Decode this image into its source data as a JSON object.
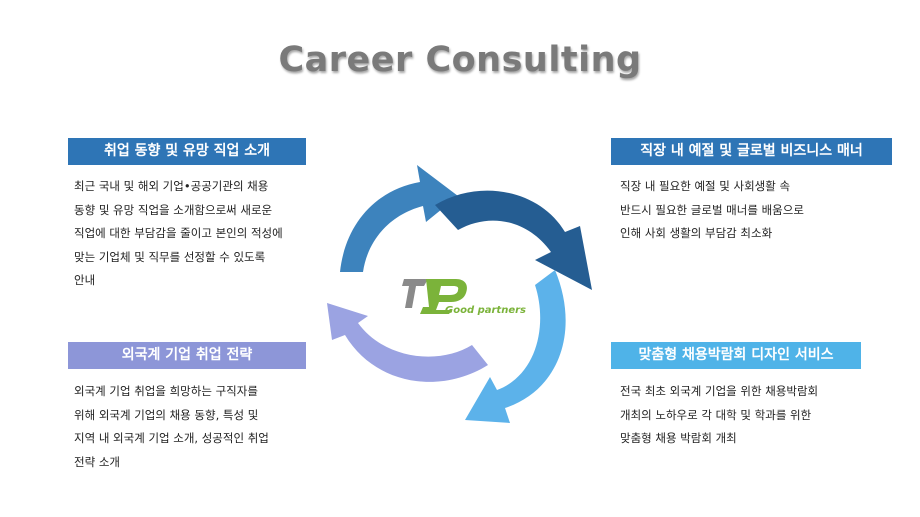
{
  "title": "Career Consulting",
  "sections": {
    "top_left": {
      "heading": "취업 동향 및 유망 직업 소개",
      "lines": [
        "최근 국내 및 해외 기업•공공기관의 채용",
        "동향 및 유망 직업을 소개함으로써 새로운",
        "직업에 대한 부담감을 줄이고 본인의 적성에",
        "맞는 기업체 및 직무를 선정할 수 있도록",
        "안내"
      ]
    },
    "top_right": {
      "heading": "직장 내 예절 및 글로벌 비즈니스 매너",
      "lines": [
        "직장 내 필요한 예절 및 사회생활 속",
        "반드시 필요한 글로벌 매너를 배움으로",
        "인해 사회 생활의 부담감 최소화"
      ]
    },
    "bottom_left": {
      "heading": "외국계 기업 취업 전략",
      "lines": [
        "외국계 기업 취업을 희망하는 구직자를",
        "위해 외국계 기업의 채용 동향, 특성 및",
        "지역 내 외국계 기업 소개, 성공적인 취업",
        "전략 소개"
      ]
    },
    "bottom_right": {
      "heading": "맞춤형 채용박람회 디자인 서비스",
      "lines": [
        "전국 최초 외국계 기업을 위한 채용박람회",
        "개최의 노하우로 각 대학 및 학과를 위한",
        "맞춤형 채용 박람회 개최"
      ]
    }
  },
  "logo": {
    "text": "Good partners"
  },
  "colors": {
    "title": "#7a7a7a",
    "heading_blue": "#2e75b6",
    "heading_lavender": "#8d96d8",
    "heading_sky": "#4fb3e8",
    "arrow_top_left": "#3d83bd",
    "arrow_top_right": "#255d92",
    "arrow_bottom_right": "#5cb2ea",
    "arrow_bottom_left": "#9ba3e2",
    "logo_gray": "#8a8a8a",
    "logo_green": "#7bb33a"
  }
}
